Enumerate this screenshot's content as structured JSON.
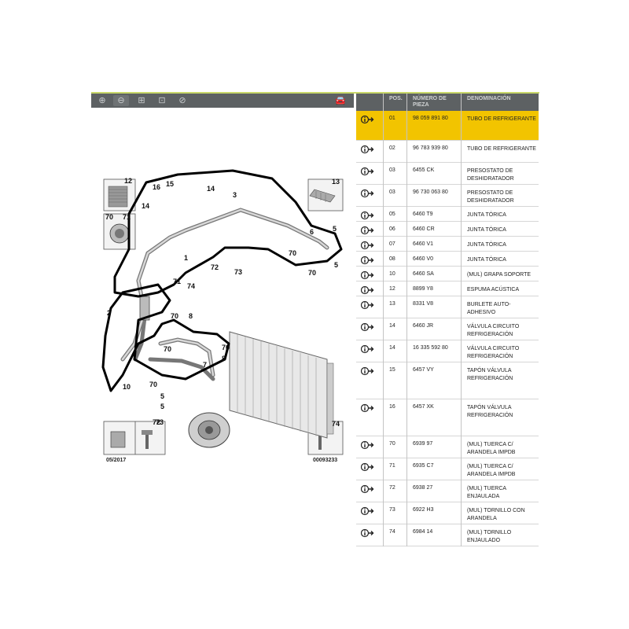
{
  "toolbar": {
    "buttons": [
      {
        "name": "zoom-in-icon",
        "glyph": "⊕"
      },
      {
        "name": "zoom-out-icon",
        "glyph": "⊖"
      },
      {
        "name": "zoom-fit-icon",
        "glyph": "⊞"
      },
      {
        "name": "zoom-area-icon",
        "glyph": "⊡"
      },
      {
        "name": "zoom-reset-icon",
        "glyph": "⊘"
      },
      {
        "name": "vehicle-icon",
        "glyph": "🚘"
      }
    ]
  },
  "diagram": {
    "date": "05/2017",
    "reference": "00093233",
    "callouts": [
      "12",
      "70",
      "71",
      "16",
      "15",
      "14",
      "14",
      "3",
      "13",
      "6",
      "5",
      "70",
      "70",
      "5",
      "72",
      "73",
      "1",
      "71",
      "74",
      "70",
      "2",
      "8",
      "70",
      "8",
      "10",
      "70",
      "5",
      "5",
      "73",
      "74",
      "1",
      "7"
    ]
  },
  "table": {
    "headers": {
      "pos": "POS.",
      "ref": "NÚMERO DE PIEZA",
      "den": "DENOMINACIÓN"
    },
    "rows": [
      {
        "pos": "01",
        "ref": "98 059 891 80",
        "den": "TUBO DE REFRIGERANTE",
        "selected": true
      },
      {
        "pos": "02",
        "ref": "96 783 939 80",
        "den": "TUBO DE REFRIGERANTE"
      },
      {
        "pos": "03",
        "ref": "6455 CK",
        "den": "PRESOSTATO DE DESHIDRATADOR"
      },
      {
        "pos": "03",
        "ref": "96 730 063 80",
        "den": "PRESOSTATO DE DESHIDRATADOR"
      },
      {
        "pos": "05",
        "ref": "6460 T9",
        "den": "JUNTA TÓRICA"
      },
      {
        "pos": "06",
        "ref": "6460 CR",
        "den": "JUNTA TÓRICA"
      },
      {
        "pos": "07",
        "ref": "6460 V1",
        "den": "JUNTA TÓRICA"
      },
      {
        "pos": "08",
        "ref": "6460 V0",
        "den": "JUNTA TÓRICA"
      },
      {
        "pos": "10",
        "ref": "6460 SA",
        "den": "(MUL) GRAPA SOPORTE"
      },
      {
        "pos": "12",
        "ref": "8899 Y8",
        "den": "ESPUMA ACÚSTICA"
      },
      {
        "pos": "13",
        "ref": "8331 V8",
        "den": "BURLETE AUTO-ADHESIVO"
      },
      {
        "pos": "14",
        "ref": "6460 JR",
        "den": "VÁLVULA CIRCUITO REFRIGERACIÓN"
      },
      {
        "pos": "14",
        "ref": "16 335 592 80",
        "den": "VÁLVULA CIRCUITO REFRIGERACIÓN"
      },
      {
        "pos": "15",
        "ref": "6457 VY",
        "den": "TAPÓN VÁLVULA REFRIGERACIÓN"
      },
      {
        "pos": "16",
        "ref": "6457 XK",
        "den": "TAPÓN VÁLVULA REFRIGERACIÓN"
      },
      {
        "pos": "70",
        "ref": "6939 97",
        "den": "(MUL) TUERCA C/ ARANDELA IMPDB"
      },
      {
        "pos": "71",
        "ref": "6935 C7",
        "den": "(MUL) TUERCA C/ ARANDELA IMPDB"
      },
      {
        "pos": "72",
        "ref": "6938 27",
        "den": "(MUL) TUERCA ENJAULADA"
      },
      {
        "pos": "73",
        "ref": "6922 H3",
        "den": "(MUL) TORNILLO CON ARANDELA"
      },
      {
        "pos": "74",
        "ref": "6984 14",
        "den": "(MUL) TORNILLO ENJAULADO"
      }
    ]
  },
  "colors": {
    "header": "#5d6163",
    "selected": "#f2c400",
    "accent": "#c9d86a"
  }
}
